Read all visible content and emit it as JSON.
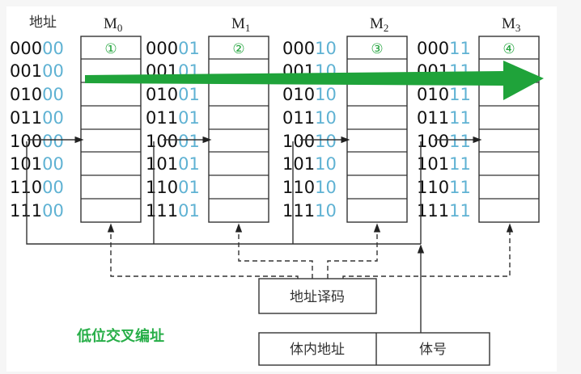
{
  "header": {
    "address_label": "地址"
  },
  "banks": [
    {
      "name": "M",
      "sub": "0",
      "marker": "①",
      "suffix": "00"
    },
    {
      "name": "M",
      "sub": "1",
      "marker": "②",
      "suffix": "01"
    },
    {
      "name": "M",
      "sub": "2",
      "marker": "③",
      "suffix": "10"
    },
    {
      "name": "M",
      "sub": "3",
      "marker": "④",
      "suffix": "11"
    }
  ],
  "high_bits": [
    "000",
    "001",
    "010",
    "011",
    "100",
    "101",
    "110",
    "111"
  ],
  "decoder_label": "地址译码",
  "address_register": {
    "in_bank_label": "体内地址",
    "bank_no_label": "体号"
  },
  "caption": "低位交叉编址",
  "colors": {
    "arrow": "#1fa33a",
    "low_bits": "#5fb2d3",
    "caption": "#27ae48"
  }
}
